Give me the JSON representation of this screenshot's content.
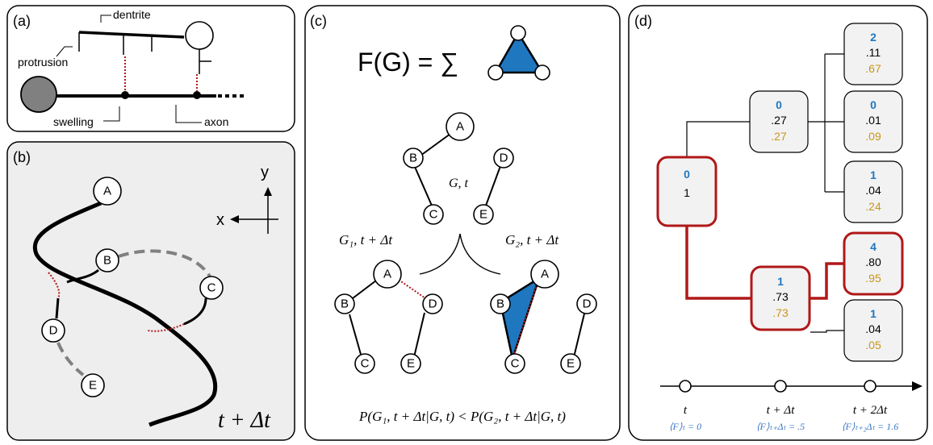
{
  "panel_a": {
    "label": "(a)",
    "dentrite": "dentrite",
    "protrusion": "protrusion",
    "swelling": "swelling",
    "axon": "axon"
  },
  "panel_b": {
    "label": "(b)",
    "nodes": [
      "A",
      "B",
      "C",
      "D",
      "E"
    ],
    "axis_y": "y",
    "axis_x": "x",
    "time": "t + Δt"
  },
  "panel_c": {
    "label": "(c)",
    "formula": "F(G) = ∑",
    "top_graph_label": "G, t",
    "left_graph_label": "G₁, t + Δt",
    "right_graph_label": "G₂, t + Δt",
    "nodes": [
      "A",
      "B",
      "C",
      "D",
      "E"
    ],
    "inequality": "P(G₁, t + Δt|G, t) < P(G₂, t + Δt|G, t)"
  },
  "panel_d": {
    "label": "(d)",
    "boxes": {
      "root": {
        "count": "0",
        "p": "1"
      },
      "mid_top": {
        "count": "0",
        "p": ".27",
        "q": ".27"
      },
      "mid_bottom": {
        "count": "1",
        "p": ".73",
        "q": ".73"
      },
      "leaf1": {
        "count": "2",
        "p": ".11",
        "q": ".67"
      },
      "leaf2": {
        "count": "0",
        "p": ".01",
        "q": ".09"
      },
      "leaf3": {
        "count": "1",
        "p": ".04",
        "q": ".24"
      },
      "leaf4": {
        "count": "4",
        "p": ".80",
        "q": ".95"
      },
      "leaf5": {
        "count": "1",
        "p": ".04",
        "q": ".05"
      }
    },
    "timeline": {
      "t0": "t",
      "t1": "t + Δt",
      "t2": "t + 2Δt",
      "f0": "⟨F⟩ₜ = 0",
      "f1": "⟨F⟩ₜ₊Δₜ = .5",
      "f2": "⟨F⟩ₜ₊₂Δₜ = 1.6"
    },
    "colors": {
      "count": "#1f77c0",
      "q": "#c9961a",
      "highlight": "#b01818"
    }
  }
}
